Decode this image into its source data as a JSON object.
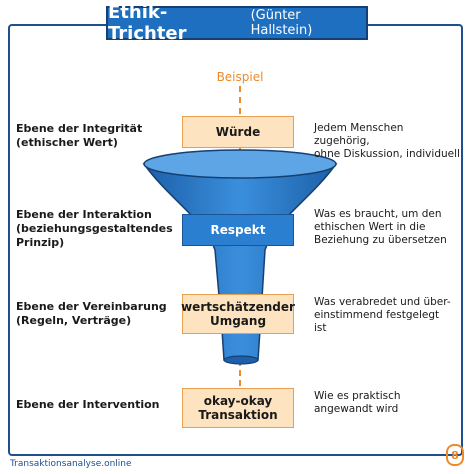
{
  "header": {
    "title": "Ethik-Trichter",
    "subtitle": "(Günter Hallstein)"
  },
  "example_label": "Beispiel",
  "levels": [
    {
      "label": "Ebene der Integrität\n(ethischer Wert)",
      "tag": "Würde",
      "description": "Jedem Menschen zugehörig,\nohne Diskussion, individuell"
    },
    {
      "label": "Ebene der Interaktion\n(beziehungsgestaltendes\nPrinzip)",
      "tag": "Respekt",
      "description": "Was es braucht, um den\nethischen Wert in die\nBeziehung zu übersetzen"
    },
    {
      "label": "Ebene der Vereinbarung\n(Regeln, Verträge)",
      "tag": "wertschätzender\nUmgang",
      "description": "Was verabredet und über-\neinstimmend festgelegt\nist"
    },
    {
      "label": "Ebene der Intervention",
      "tag": "okay-okay\nTransaktion",
      "description": "Wie es praktisch\nangewandt wird"
    }
  ],
  "footer": {
    "site": "Transaktionsanalyse.online",
    "logo_glyph": "8"
  },
  "colors": {
    "title_bg": "#1f6fc0",
    "funnel": "#2b7fd0",
    "accent": "#ee8a2a",
    "tag_bg": "#fde3bf"
  }
}
